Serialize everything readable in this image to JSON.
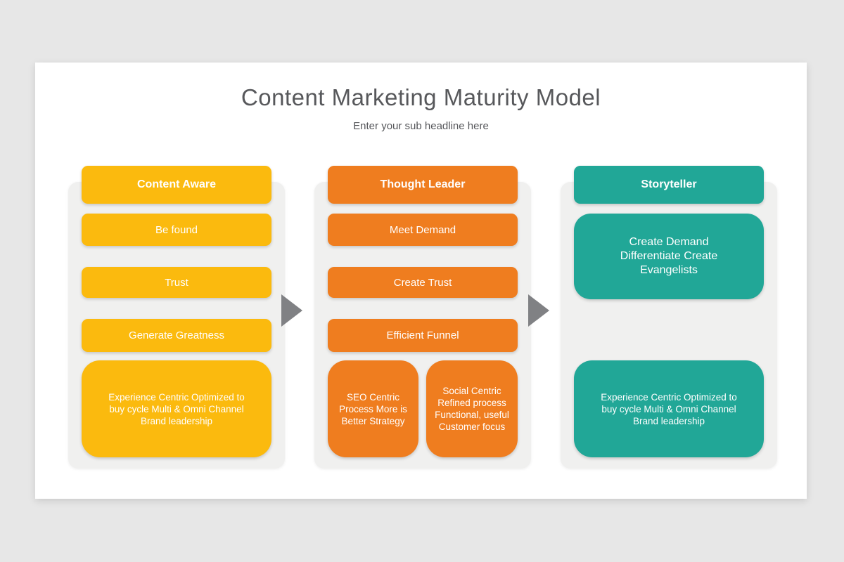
{
  "header": {
    "title": "Content Marketing Maturity Model",
    "subtitle": "Enter your sub headline here"
  },
  "colors": {
    "yellow": "#FBBA0E",
    "orange": "#EF7D1F",
    "teal": "#21A797",
    "arrow": "#808184",
    "panel": "#F0F0EF",
    "pagebg": "#E7E7E7",
    "slidebg": "#FFFFFF"
  },
  "columns": [
    {
      "id": "content-aware",
      "header": "Content Aware",
      "items": [
        "Be found",
        "Trust",
        "Generate Greatness"
      ],
      "footer": "Experience Centric Optimized to buy cycle Multi & Omni Channel Brand leadership"
    },
    {
      "id": "thought-leader",
      "header": "Thought Leader",
      "items": [
        "Meet Demand",
        "Create Trust",
        "Efficient Funnel"
      ],
      "footer_left": "SEO Centric Process More is Better Strategy",
      "footer_right": "Social Centric Refined process Functional, useful Customer focus"
    },
    {
      "id": "storyteller",
      "header": "Storyteller",
      "big_item": "Create Demand Differentiate Create Evangelists",
      "footer": "Experience Centric Optimized to buy cycle Multi & Omni Channel Brand leadership"
    }
  ]
}
